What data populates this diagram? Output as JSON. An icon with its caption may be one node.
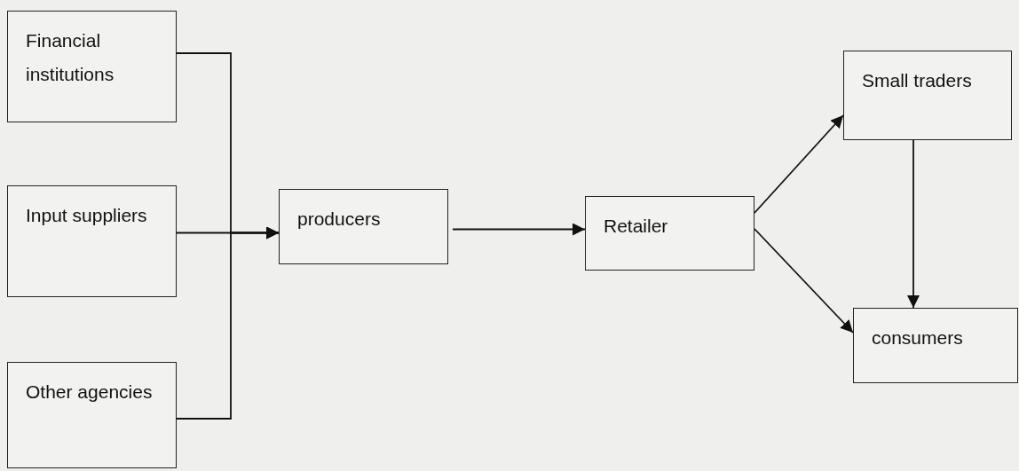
{
  "diagram": {
    "nodes": [
      {
        "text": [
          "Financial institutions"
        ]
      },
      {
        "text": [
          "Input suppliers"
        ]
      },
      {
        "text": [
          "Other agencies"
        ]
      },
      {
        "text": [
          "producers"
        ]
      },
      {
        "text": [
          "Retailer"
        ]
      },
      {
        "text": [
          "Small traders"
        ]
      },
      {
        "text": [
          "consumers"
        ]
      }
    ],
    "edges": [
      {
        "from": 0,
        "to": 3,
        "arrow": "to"
      },
      {
        "from": 1,
        "to": 3,
        "arrow": "to"
      },
      {
        "from": 2,
        "to": 3,
        "arrow": "to"
      },
      {
        "from": 3,
        "to": 4,
        "arrow": "to"
      },
      {
        "from": 4,
        "to": 5,
        "arrow": "to"
      },
      {
        "from": 4,
        "to": 6,
        "arrow": "to"
      },
      {
        "from": 5,
        "to": 6,
        "arrow": "to"
      }
    ]
  }
}
